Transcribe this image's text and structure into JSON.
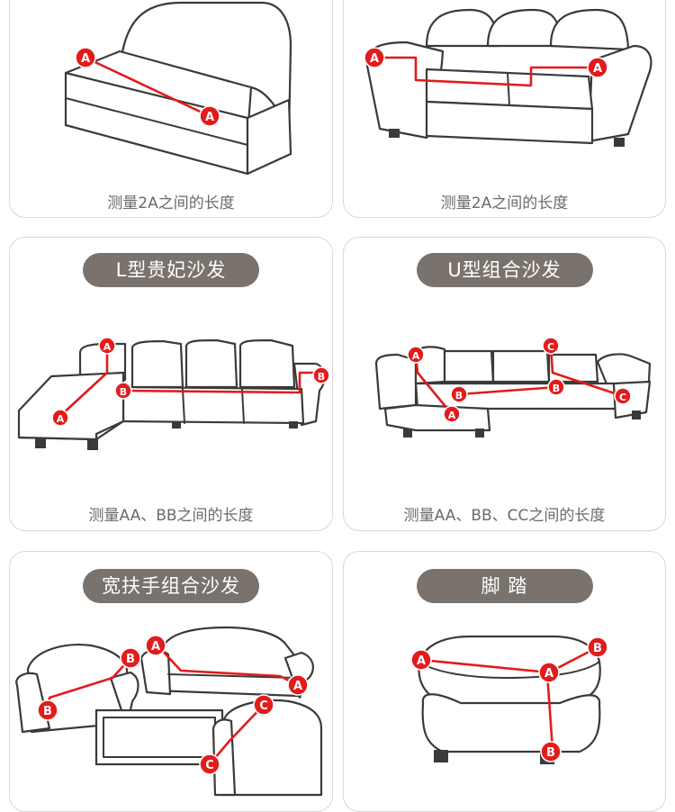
{
  "cards": {
    "sofa_basic": {
      "caption": "测量2A之间的长度"
    },
    "sofa_tufted": {
      "caption": "测量2A之间的长度"
    },
    "l_shape": {
      "title": "L型贵妃沙发",
      "caption": "测量AA、BB之间的长度"
    },
    "u_shape": {
      "title": "U型组合沙发",
      "caption": "测量AA、BB、CC之间的长度"
    },
    "wide_arm": {
      "title": "宽扶手组合沙发"
    },
    "footstool": {
      "title": "脚 踏"
    }
  },
  "markers": {
    "a": "A",
    "b": "B",
    "c": "C"
  },
  "colors": {
    "measure_line": "#e31b1b",
    "title_pill": "#7a736d",
    "card_border": "#d8d8d8",
    "caption_text": "#6a6a6a"
  },
  "icons": [
    "marker-a-icon",
    "marker-b-icon",
    "marker-c-icon",
    "sofa-illustration"
  ]
}
